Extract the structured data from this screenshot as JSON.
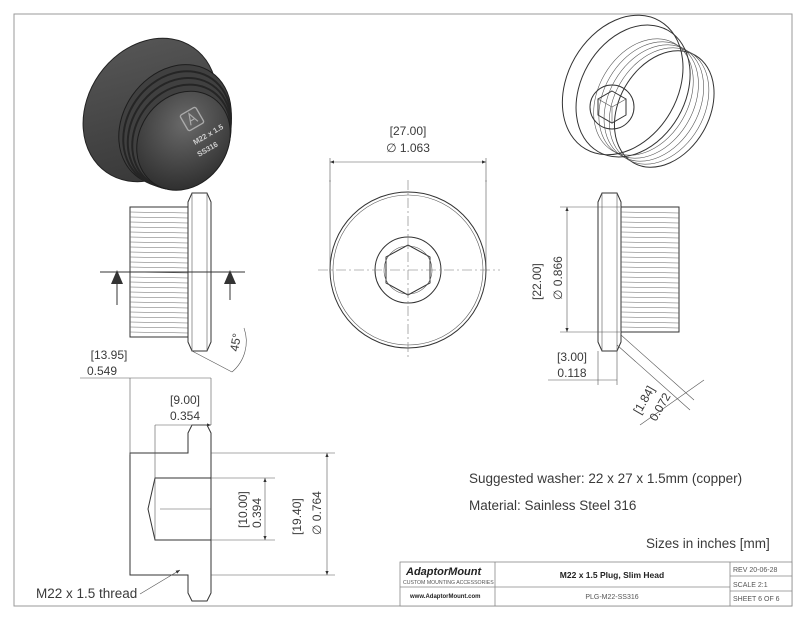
{
  "dimensions": {
    "head_diameter": {
      "mm": "27.00",
      "inch": "1.063"
    },
    "thread_diameter": {
      "mm": "22.00",
      "inch": "0.866"
    },
    "head_thickness": {
      "mm": "3.00",
      "inch": "0.118"
    },
    "chamfer": {
      "mm": "1.84",
      "inch": "0.072"
    },
    "chamfer_angle": "45°",
    "overall_length": {
      "mm": "13.95",
      "inch": "0.549"
    },
    "hex_depth": {
      "mm": "9.00",
      "inch": "0.354"
    },
    "hex_size": {
      "mm": "10.00",
      "inch": "0.394"
    },
    "bore_diameter": {
      "mm": "19.40",
      "inch": "0.764"
    }
  },
  "diameter_symbol": "∅",
  "part_marking": {
    "line1": "M22 x 1.5",
    "line2": "SS316"
  },
  "notes": {
    "washer": "Suggested washer: 22 x 27 x 1.5mm (copper)",
    "material": "Material: Sainless Steel 316",
    "units": "Sizes in inches [mm]",
    "thread_callout": "M22 x 1.5 thread"
  },
  "title_block": {
    "company": "AdaptorMount",
    "tagline": "CUSTOM MOUNTING ACCESSORIES",
    "website": "www.AdaptorMount.com",
    "part_title": "M22 x 1.5 Plug, Slim Head",
    "part_number": "PLG-M22-SS316",
    "revision": "REV 20-06-28",
    "scale": "SCALE 2:1",
    "sheet": "SHEET 6 OF 6"
  },
  "colors": {
    "border": "#9a9a9a",
    "line": "#333333",
    "render": "#4a4a4a"
  }
}
